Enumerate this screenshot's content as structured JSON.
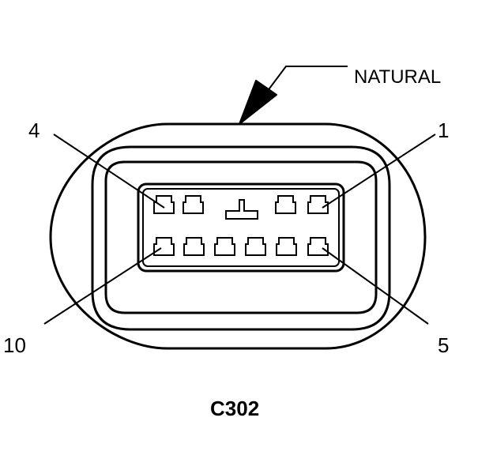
{
  "callouts": {
    "natural": "NATURAL",
    "pin_4": "4",
    "pin_1": "1",
    "pin_10": "10",
    "pin_5": "5"
  },
  "connector_id": "C302",
  "colors": {
    "line": "#000000",
    "background": "#ffffff"
  }
}
